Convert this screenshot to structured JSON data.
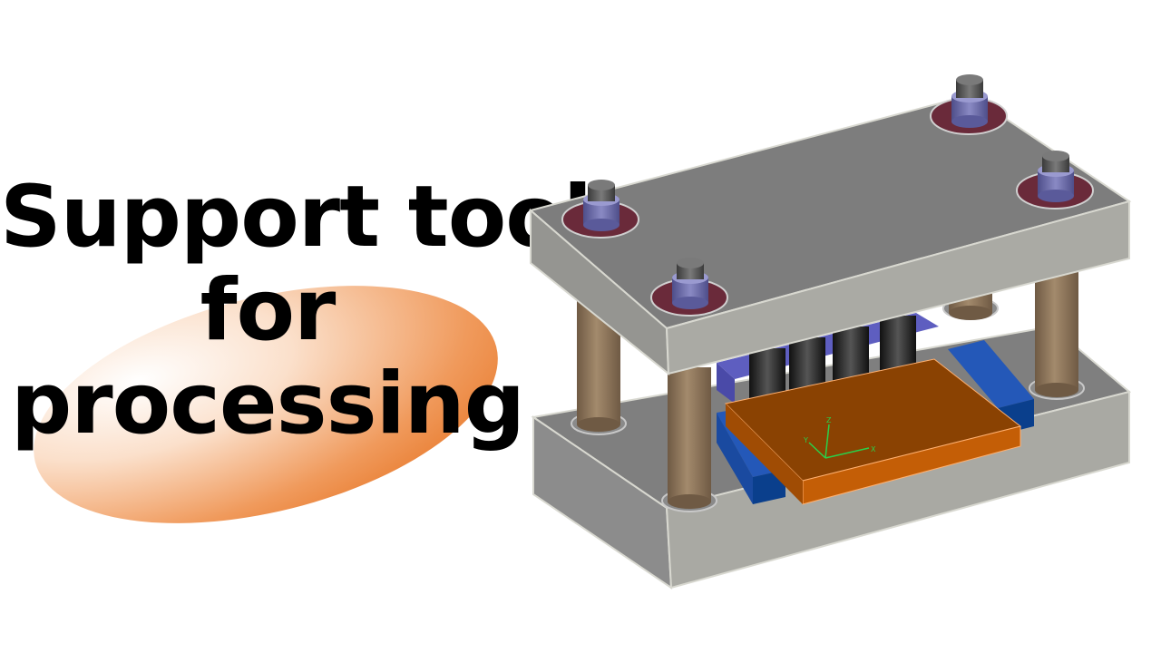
{
  "slide": {
    "title_lines": [
      "Support tool",
      "for",
      "processing"
    ]
  },
  "illustration": {
    "subject": "press-die-set",
    "axis_labels": {
      "x": "X",
      "y": "Y",
      "z": "Z"
    },
    "colors": {
      "plate": "#8c8c8c",
      "plate_edge": "#b4b4ae",
      "post": "#8a7258",
      "punch": "#2a2a2a",
      "workpiece": "#c0620a",
      "guide_block": "#0a4a9a",
      "accent_ellipse": "#ee8f4c"
    }
  }
}
